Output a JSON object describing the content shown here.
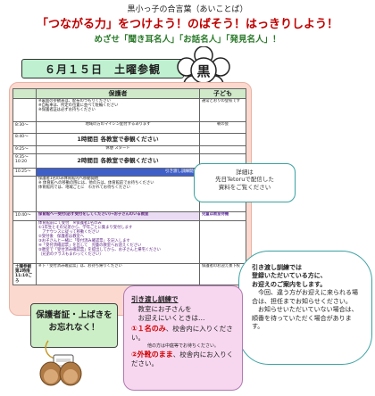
{
  "header": {
    "line1": "黒小っ子の合言葉（あいことば）",
    "line2": "「つながる力」をつけよう！のばそう！はっきりしよう！",
    "line3": "めざせ「聞き耳名人」「お話名人」「発見名人」！"
  },
  "banner": "６月１５日　土曜参観",
  "logo_char": "黒",
  "table": {
    "col_guardian": "保護者",
    "col_child": "子ども",
    "rows": [
      {
        "time": "",
        "guardian": "※裏面の参観表は、配布のつもりください\n※自転車は、所定の位置に並べて駐輪ください\n※保護者証は必ずお持ちください",
        "child": "通常どおりの登校です"
      },
      {
        "time": "8:30〜",
        "guardian": "地域の方のマイシン配付するあります",
        "child": "朝の会"
      },
      {
        "time": "8:40〜",
        "guardian": "1時間目 各教室で参観ください",
        "child": ""
      },
      {
        "time": "9:25〜",
        "guardian": "休憩 スタート",
        "child": ""
      },
      {
        "time": "9:35〜\n10:20",
        "guardian": "2時間目 各教室で参観ください",
        "child": ""
      },
      {
        "time": "10:25〜",
        "guardian": "引き渡し訓練開始",
        "child": ""
      },
      {
        "time": "",
        "guardian": "保護者1名のみ体育館内へ移動開始\n※ 体育館への移動の際には、他の方は、体育館前でお待ちください\n体育館内では、地域ごとに　わかれてお待ちください",
        "child": ""
      },
      {
        "time": "10:40〜",
        "guardian": "保育館へ一受付(必ず受付をしてください)→お子さんのいる教室",
        "child": "児童は教室待機"
      },
      {
        "time": "",
        "guardian": "体育館前にて受付　※保護者1名のみ\n①1年生とその兄弟から、学年ごとに集まり受付します\n　アナウンスに従って移動ください\n②受付後　保護者は教室へ\n③お子さんと一緒に「受付済み確認票」を記入します\n④「受付済確認票」を出して　児童の教室へお迎えください\n⑤教室で「受付済み確認票」を提出してから、お子さんと帰宅ください\n（兄弟のクラスもまわってください）",
        "child": ""
      },
      {
        "time": "土曜参観\n第2時限\n11:10ごろ",
        "guardian": "※下「受付済み確認票」は、お持ち帰りください",
        "child": "保護者のお迎え後下校"
      }
    ]
  },
  "callout_detail": {
    "line1": "詳細は",
    "line2": "先日Tetoruで配信した",
    "line3": "資料をご覧ください"
  },
  "callout_pickup": {
    "title": "引き渡し訓練では",
    "line1": "登録いただいている方に、",
    "line2": "お迎えのご案内をします。",
    "line3": "今回、違う方がお迎えに来られる場合は、担任までお知らせください。",
    "line4": "お知らせいただいていない場合は、順番を待っていただく場合があります。"
  },
  "notice": {
    "line1": "保護者証・上ばきを",
    "line2": "お忘れなく！"
  },
  "callout_pink": {
    "title": "引き渡し訓練で",
    "line1": "教室にお子さんを",
    "line2": "お迎えにいくときは…",
    "item1_red": "①１名のみ",
    "item1_rest": "、校舎内に入りください。",
    "small": "他の方は中庭等でお待ちください。",
    "item2_red": "②外靴のまま",
    "item2_rest": "、校舎内にお入りください。"
  },
  "colors": {
    "title_red": "#c00000",
    "green_text": "#2a7a2a",
    "panel_pink": "#fbd9cf",
    "teal_border": "#3aa1a1"
  }
}
